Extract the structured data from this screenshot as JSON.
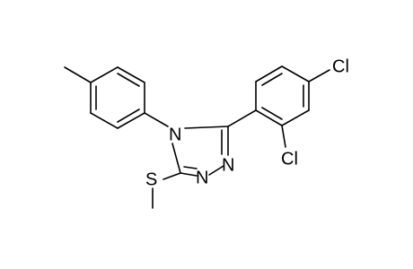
{
  "molecule": {
    "atoms": {
      "cl_para": "Cl",
      "cl_ortho": "Cl",
      "n4": "N",
      "n1": "N",
      "n2": "N",
      "s": "S"
    },
    "colors": {
      "bond": "#000000",
      "label": "#000000",
      "background": "#ffffff"
    }
  }
}
